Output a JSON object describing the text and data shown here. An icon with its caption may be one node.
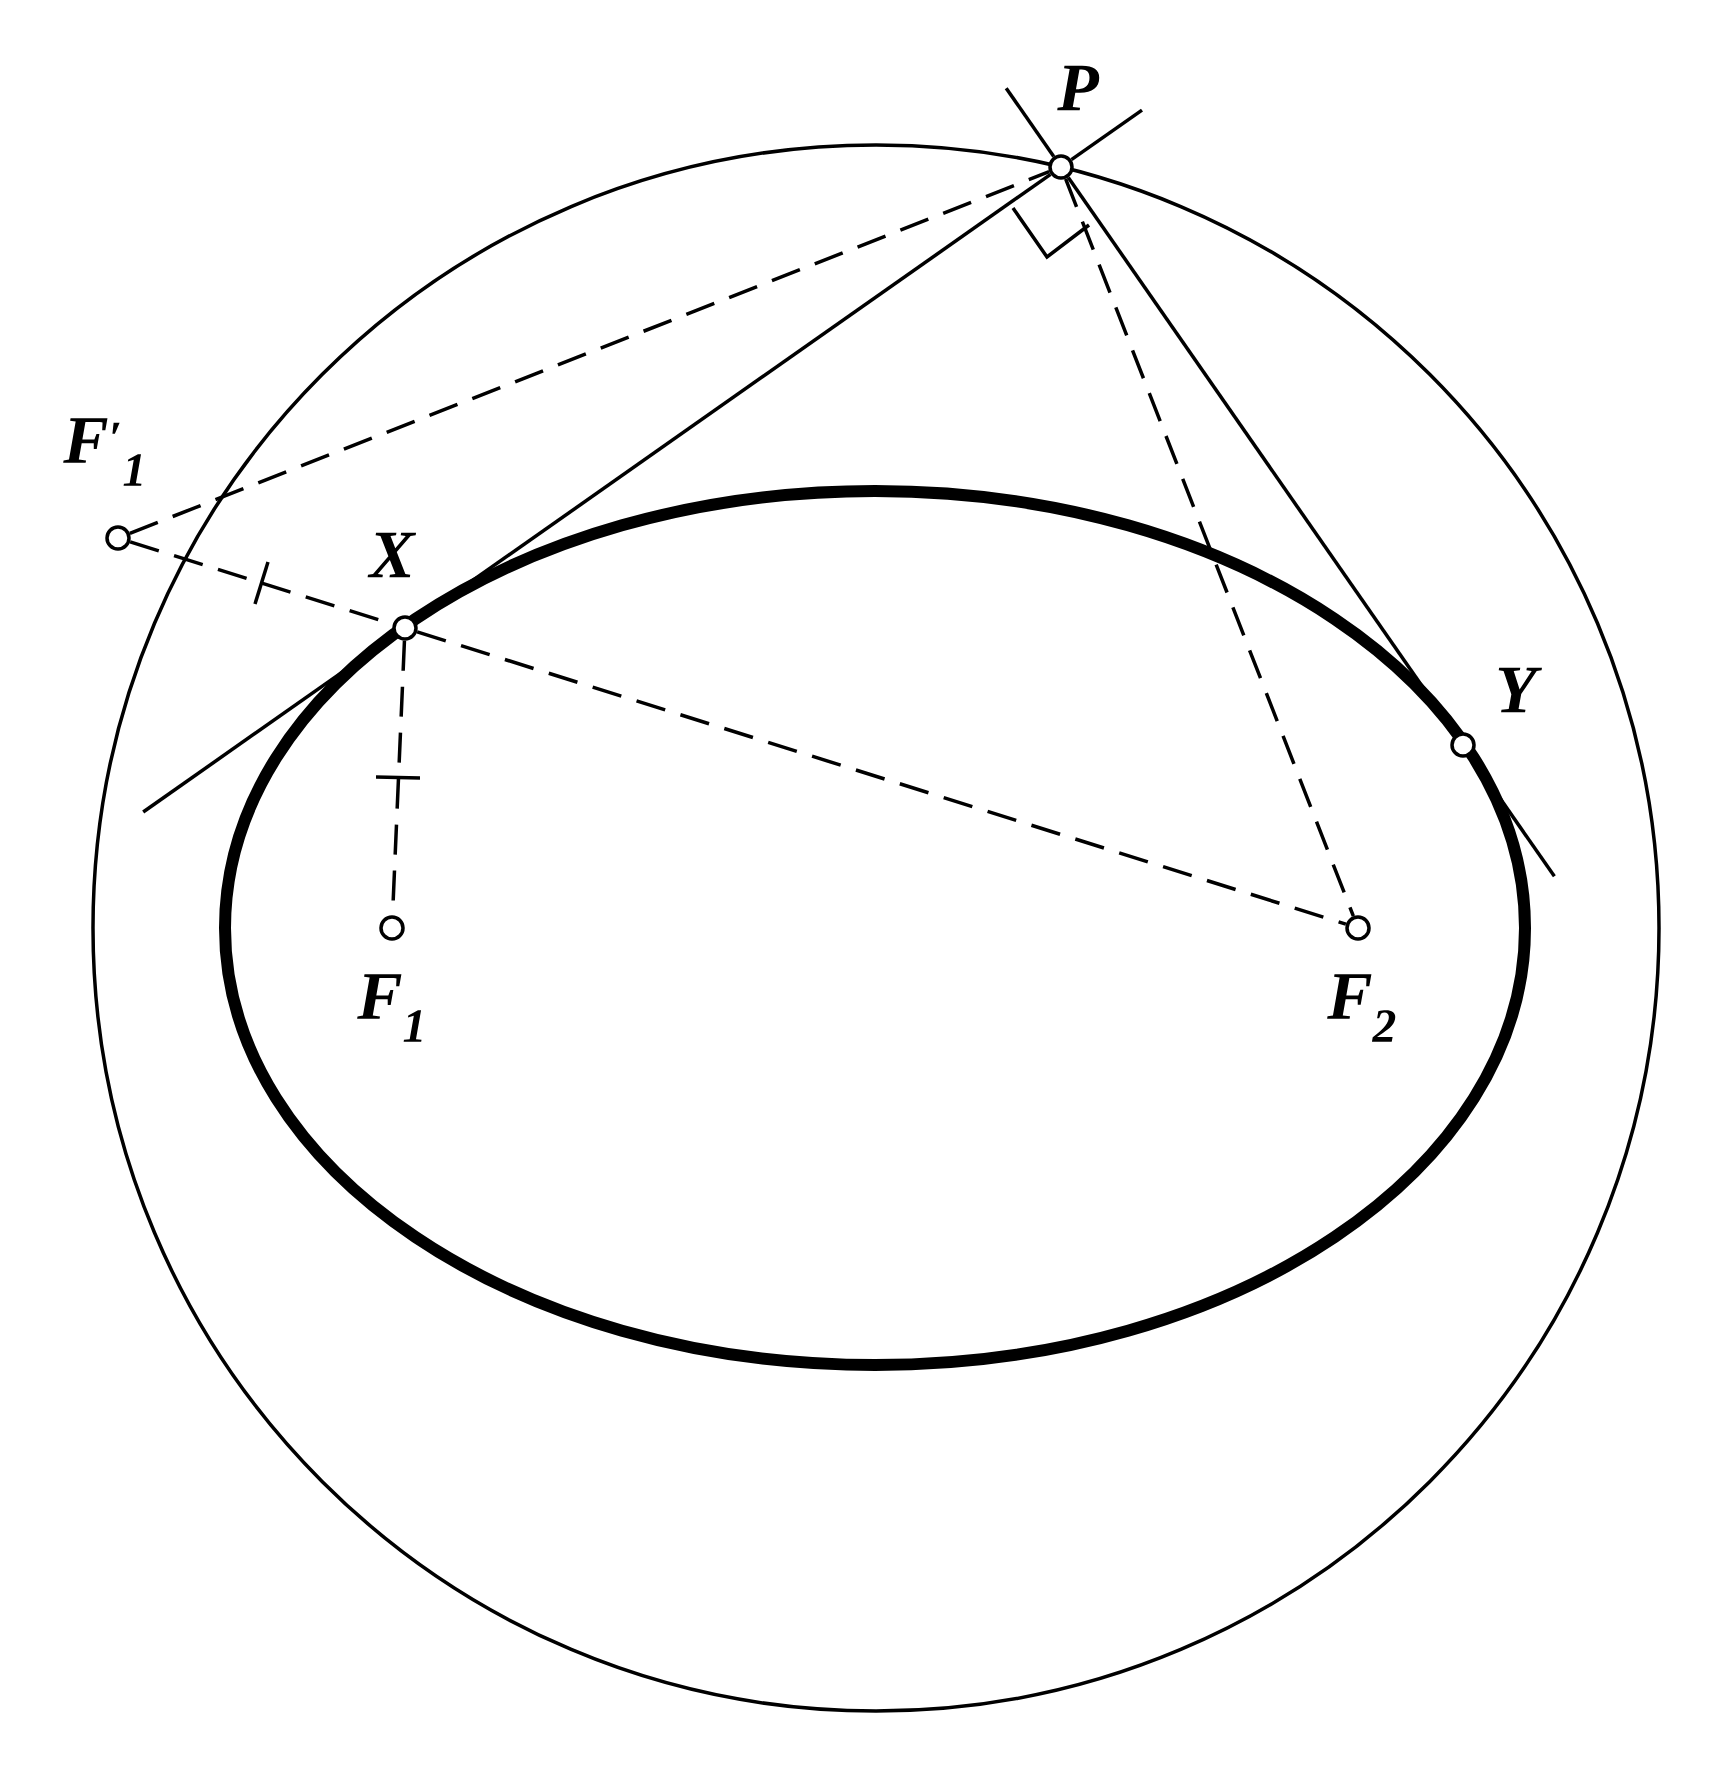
{
  "diagram": {
    "nodes": [
      {
        "text": [],
        "shape": "circle",
        "beside": [
          "P"
        ]
      },
      {
        "text": [],
        "shape": "circle",
        "beside": [
          "F$^{′}$$_{1}$"
        ]
      },
      {
        "text": [],
        "shape": "circle",
        "beside": [
          "X"
        ]
      },
      {
        "text": [],
        "shape": "circle",
        "beside": [
          "Y"
        ]
      },
      {
        "text": [],
        "shape": "circle",
        "beside": [
          "F$_{1}$"
        ]
      },
      {
        "text": [],
        "shape": "circle",
        "beside": [
          "F$_{2}$"
        ]
      }
    ],
    "edges": [
      {
        "from": 1,
        "to": 0,
        "arrow": "none",
        "style": "dashed"
      },
      {
        "from": 0,
        "to": 2,
        "arrow": "none"
      },
      {
        "from": 0,
        "to": 3,
        "arrow": "none"
      },
      {
        "from": 0,
        "to": 5,
        "arrow": "none",
        "style": "dashed"
      },
      {
        "from": 1,
        "to": 2,
        "arrow": "none",
        "style": "dashed"
      },
      {
        "from": 2,
        "to": 5,
        "arrow": "none",
        "style": "dashed"
      },
      {
        "from": 2,
        "to": 4,
        "arrow": "none",
        "style": "dashed"
      }
    ]
  }
}
